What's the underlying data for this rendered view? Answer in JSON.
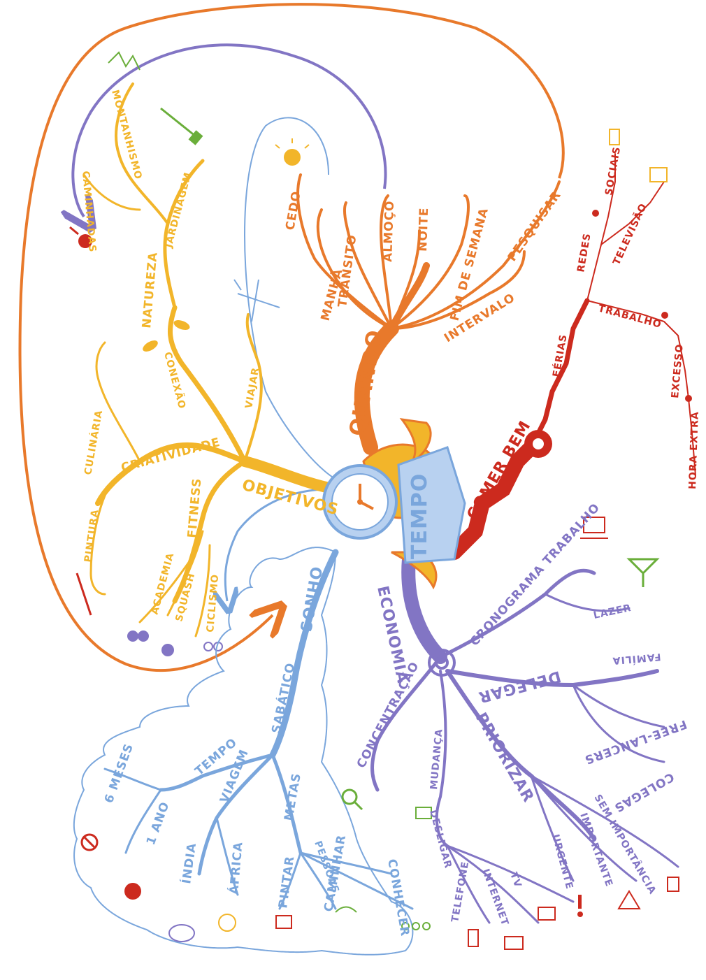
{
  "center": {
    "label": "TEMPO"
  },
  "colors": {
    "quando": "#e8792b",
    "objetivos": "#f2b52a",
    "sonho": "#7aa6dc",
    "economia": "#8275c4",
    "comer_bem": "#cc2a1e",
    "pink": "#cc2a1e",
    "green": "#6aae3a"
  },
  "branches": {
    "quando": {
      "label": "QUANDO",
      "children": [
        "CEDO",
        "MANHÃ",
        "TRÂNSITO",
        "ALMOÇO",
        "NOITE",
        "FIM DE SEMANA",
        "INTERVALO",
        "PESQUISAR"
      ]
    },
    "objetivos": {
      "label": "OBJETIVOS",
      "children": [
        "CRIATIVIDADE",
        "CULINÁRIA",
        "PINTURA",
        "CONEXÃO",
        "NATUREZA",
        "JARDINAGEM",
        "CAMINHADAS",
        "MONTANHISMO",
        "VIAJAR",
        "FITNESS",
        "ACADEMIA",
        "SQUASH",
        "CICLISMO"
      ]
    },
    "sonho": {
      "label": "SONHO",
      "children": [
        "SABÁTICO",
        "TEMPO",
        "6 MESES",
        "1 ANO",
        "VIAGEM",
        "ÍNDIA",
        "ÁFRICA",
        "METAS",
        "PINTAR",
        "CAMINHAR",
        "PESSOAS",
        "CONHECER"
      ]
    },
    "economia": {
      "label": "ECONOMIA",
      "children": [
        "CONCENTRAÇÃO",
        "CRONOGRAMA TRABALHO",
        "LAZER",
        "DELEGAR",
        "FAMÍLIA",
        "FREE-LANCERS",
        "COLEGAS",
        "PRIORIZAR",
        "URGENTE",
        "IMPORTANTE",
        "SEM IMPORTÂNCIA",
        "MUDANÇA",
        "DESLIGAR",
        "TELEFONE",
        "INTERNET",
        "TV"
      ]
    },
    "comer_bem": {
      "label": "COMER BEM",
      "children": [
        "FÉRIAS",
        "REDES",
        "SOCIAIS",
        "TELEVISÃO",
        "TRABALHO",
        "EXCESSO",
        "HORA EXTRA"
      ]
    }
  }
}
